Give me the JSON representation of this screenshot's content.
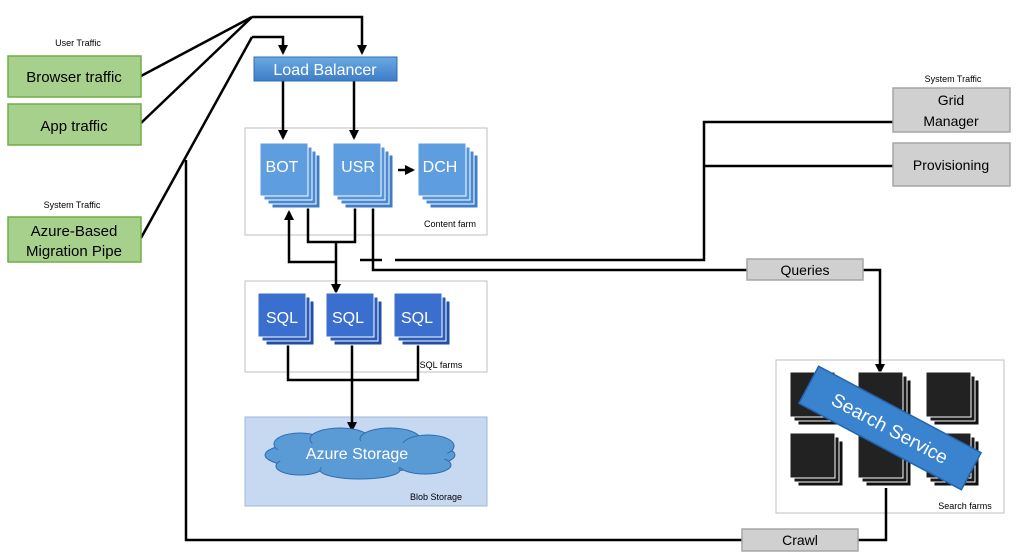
{
  "labels": {
    "user_traffic": "User Traffic",
    "system_traffic_left": "System Traffic",
    "system_traffic_right": "System Traffic",
    "content_farm": "Content farm",
    "sql_farms": "SQL farms",
    "blob_storage": "Blob Storage",
    "search_farms": "Search farms"
  },
  "sources": {
    "browser": "Browser traffic",
    "app": "App traffic",
    "migration_line1": "Azure-Based",
    "migration_line2": "Migration Pipe"
  },
  "system": {
    "grid_line1": "Grid",
    "grid_line2": "Manager",
    "provisioning": "Provisioning"
  },
  "nodes": {
    "load_balancer": "Load Balancer",
    "bot": "BOT",
    "usr": "USR",
    "dch": "DCH",
    "sql1": "SQL",
    "sql2": "SQL",
    "sql3": "SQL",
    "azure_storage": "Azure Storage",
    "search_service": "Search Service",
    "queries": "Queries",
    "crawl": "Crawl"
  },
  "colors": {
    "green_fill": "#a8d08d",
    "green_border": "#70ad47",
    "blue": "#5b9bd5",
    "sql_blue": "#2f67c9",
    "gray_fill": "#d0d0d0",
    "gray_border": "#a6a6a6",
    "storage_bg": "#c7d9f1"
  }
}
